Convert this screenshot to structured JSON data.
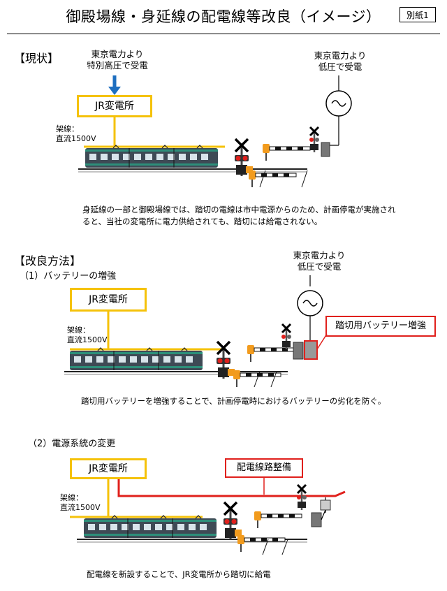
{
  "header": {
    "title": "御殿場線・身延線の配電線等改良（イメージ）",
    "annex": "別紙1"
  },
  "current": {
    "heading": "【現状】",
    "supply_high": [
      "東京電力より",
      "特別高圧で受電"
    ],
    "supply_low": [
      "東京電力より",
      "低圧で受電"
    ],
    "substation": "JR変電所",
    "overhead": [
      "架線：",
      "直流1500V"
    ],
    "note": [
      "身延線の一部と御殿場線では、踏切の電線は市中電源からのため、計画停電が実施され",
      "ると、当社の変電所に電力供給されても、踏切には給電されない。"
    ]
  },
  "improve": {
    "heading": "【改良方法】",
    "method1": {
      "label": "（1）バッテリーの増強",
      "supply_low": [
        "東京電力より",
        "低圧で受電"
      ],
      "substation": "JR変電所",
      "overhead": [
        "架線：",
        "直流1500V"
      ],
      "callout": "踏切用バッテリー増強",
      "note": "踏切用バッテリーを増強することで、計画停電時におけるバッテリーの劣化を防ぐ。"
    },
    "method2": {
      "label": "（2）電源系統の変更",
      "substation": "JR変電所",
      "overhead": [
        "架線：",
        "直流1500V"
      ],
      "callout": "配電線路整備",
      "note": "配電線を新設することで、JR変電所から踏切に給電"
    }
  },
  "colors": {
    "substation_border": "#f5c20a",
    "callout_border": "#e0201c",
    "arrow": "#1e6fc0",
    "new_line": "#e0201c",
    "train_body": "#3e4a55"
  }
}
